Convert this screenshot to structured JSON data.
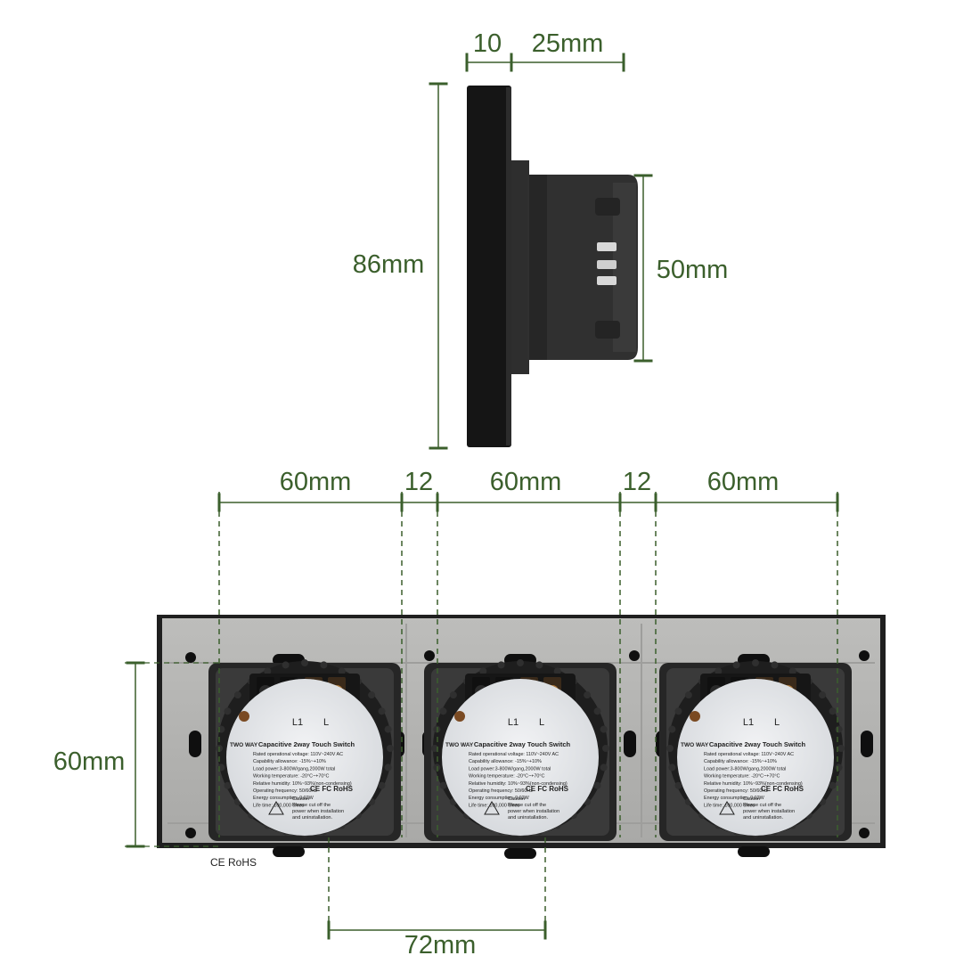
{
  "side_view": {
    "dims": {
      "plate_thickness": "10",
      "body_depth": "25mm",
      "plate_height": "86mm",
      "body_height": "50mm"
    }
  },
  "back_view": {
    "dims": {
      "module_width_1": "60mm",
      "gap_1": "12",
      "module_width_2": "60mm",
      "gap_2": "12",
      "module_width_3": "60mm",
      "module_height": "60mm",
      "center_spacing": "72mm"
    },
    "modules": [
      {
        "terminals": [
          "L1",
          "L"
        ],
        "tag": "TWO WAY",
        "title": "Capacitive 2way Touch Switch",
        "specs": [
          "Rated operational voltage:  110V~240V  AC",
          "Capability allowance:  -15%~+10%",
          "Load power:3-800W/gang,2000W total",
          "Working temperature:  -20°C~+70°C",
          "Relative humidity:  10%~93%(non-condensing)",
          "Operating frequency:  50/60Hz",
          "Energy consumption:  0.02W",
          "Life time:  100,000 times"
        ],
        "certs": [
          "CE",
          "FC",
          "RoHS"
        ],
        "caution": [
          "Caution",
          "Please cut off the",
          "power when installation",
          "and uninstallation."
        ]
      },
      {
        "terminals": [
          "L1",
          "L"
        ],
        "tag": "TWO WAY",
        "title": "Capacitive 2way Touch Switch",
        "specs": [
          "Rated operational voltage:  110V~240V  AC",
          "Capability allowance:  -15%~+10%",
          "Load power:3-800W/gang,2000W total",
          "Working temperature:  -20°C~+70°C",
          "Relative humidity:  10%~93%(non-condensing)",
          "Operating frequency:  50/60Hz",
          "Energy consumption:  0.02W",
          "Life time:  100,000 times"
        ],
        "certs": [
          "CE",
          "FC",
          "RoHS"
        ],
        "caution": [
          "Caution",
          "Please cut off the",
          "power when installation",
          "and uninstallation."
        ]
      },
      {
        "terminals": [
          "L1",
          "L"
        ],
        "tag": "TWO WAY",
        "title": "Capacitive 2way Touch Switch",
        "specs": [
          "Rated operational voltage:  110V~240V  AC",
          "Capability allowance:  -15%~+10%",
          "Load power:3-800W/gang,2000W total",
          "Working temperature:  -20°C~+70°C",
          "Relative humidity:  10%~93%(non-condensing)",
          "Operating frequency:  50/60Hz",
          "Energy consumption:  0.02W",
          "Life time:  100,000 times"
        ],
        "certs": [
          "CE",
          "FC",
          "RoHS"
        ],
        "caution": [
          "Caution",
          "Please cut off the",
          "power when installation",
          "and uninstallation."
        ]
      }
    ],
    "frame_marking": "CE  RoHS"
  },
  "colors": {
    "dimension_line": "#3b5f2c",
    "panel_gray": "#b3b3b1",
    "frame_black": "#1f1f1f",
    "switch_body": "#2a2a2a",
    "label_silver": "#e2e4e6"
  }
}
